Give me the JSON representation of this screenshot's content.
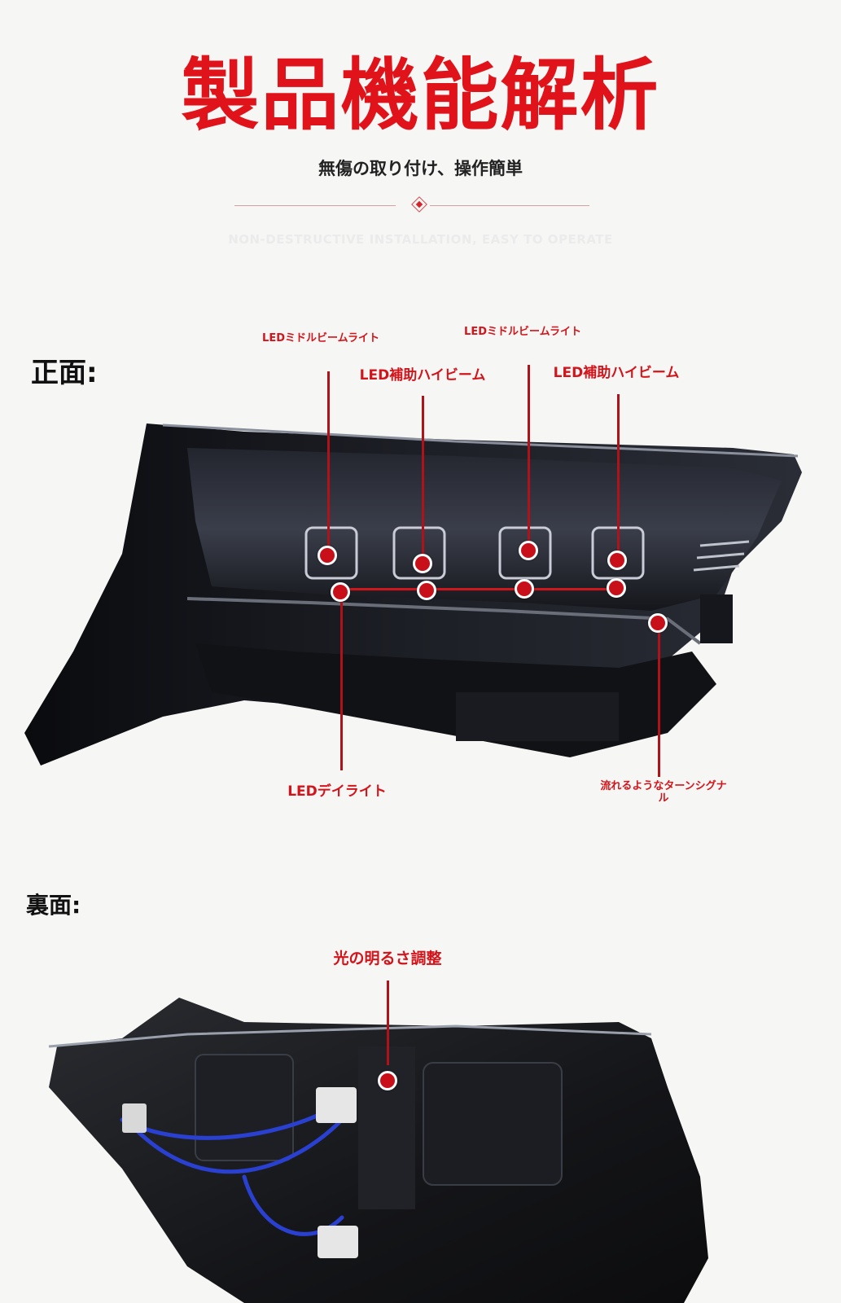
{
  "header": {
    "title": "製品機能解析",
    "subtitle": "無傷の取り付け、操作簡単",
    "subtitle_en": "NON-DESTRUCTIVE INSTALLATION, EASY TO OPERATE"
  },
  "front": {
    "label": "正面:",
    "callouts": {
      "mid_beam_1": "LEDミドルビームライト",
      "aux_high_1": "LED補助ハイビーム",
      "mid_beam_2": "LEDミドルビームライト",
      "aux_high_2": "LED補助ハイビーム",
      "drl": "LEDデイライト",
      "turn_signal": "流れるようなターンシグナル"
    }
  },
  "back": {
    "label": "裏面:",
    "callouts": {
      "brightness": "光の明るさ調整"
    }
  },
  "icons": {
    "divider": "diamond-icon"
  },
  "colors": {
    "accent": "#e0131a",
    "callout_line": "#b0121a"
  }
}
